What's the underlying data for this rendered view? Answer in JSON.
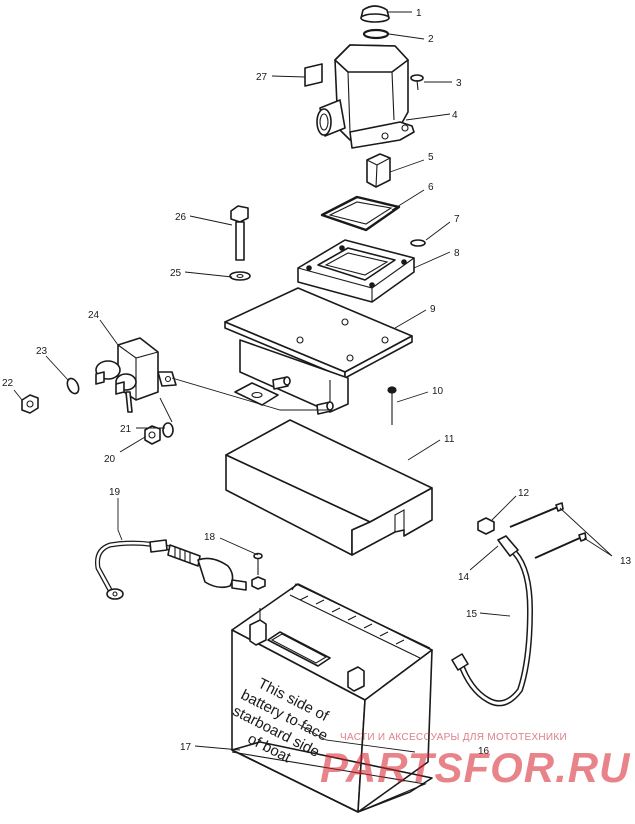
{
  "callouts": [
    {
      "id": "c1",
      "label": "1"
    },
    {
      "id": "c2",
      "label": "2"
    },
    {
      "id": "c3",
      "label": "3"
    },
    {
      "id": "c4",
      "label": "4"
    },
    {
      "id": "c5",
      "label": "5"
    },
    {
      "id": "c6",
      "label": "6"
    },
    {
      "id": "c7",
      "label": "7"
    },
    {
      "id": "c8",
      "label": "8"
    },
    {
      "id": "c9",
      "label": "9"
    },
    {
      "id": "c10",
      "label": "10"
    },
    {
      "id": "c11",
      "label": "11"
    },
    {
      "id": "c12",
      "label": "12"
    },
    {
      "id": "c13",
      "label": "13"
    },
    {
      "id": "c14",
      "label": "14"
    },
    {
      "id": "c15",
      "label": "15"
    },
    {
      "id": "c16",
      "label": "16"
    },
    {
      "id": "c17",
      "label": "17"
    },
    {
      "id": "c18",
      "label": "18"
    },
    {
      "id": "c19",
      "label": "19"
    },
    {
      "id": "c20",
      "label": "20"
    },
    {
      "id": "c21",
      "label": "21"
    },
    {
      "id": "c22",
      "label": "22"
    },
    {
      "id": "c23",
      "label": "23"
    },
    {
      "id": "c24",
      "label": "24"
    },
    {
      "id": "c25",
      "label": "25"
    },
    {
      "id": "c26",
      "label": "26"
    },
    {
      "id": "c27",
      "label": "27"
    }
  ],
  "battery_decal": {
    "lines": [
      "This side of",
      "battery to face",
      "starboard side",
      "of boat"
    ]
  },
  "watermark": {
    "tagline": "ЧАСТИ И АКСЕССУАРЫ ДЛЯ МОТОТЕХНИКИ",
    "brand": "PARTSFOR.RU",
    "color": "#d81e2c"
  }
}
